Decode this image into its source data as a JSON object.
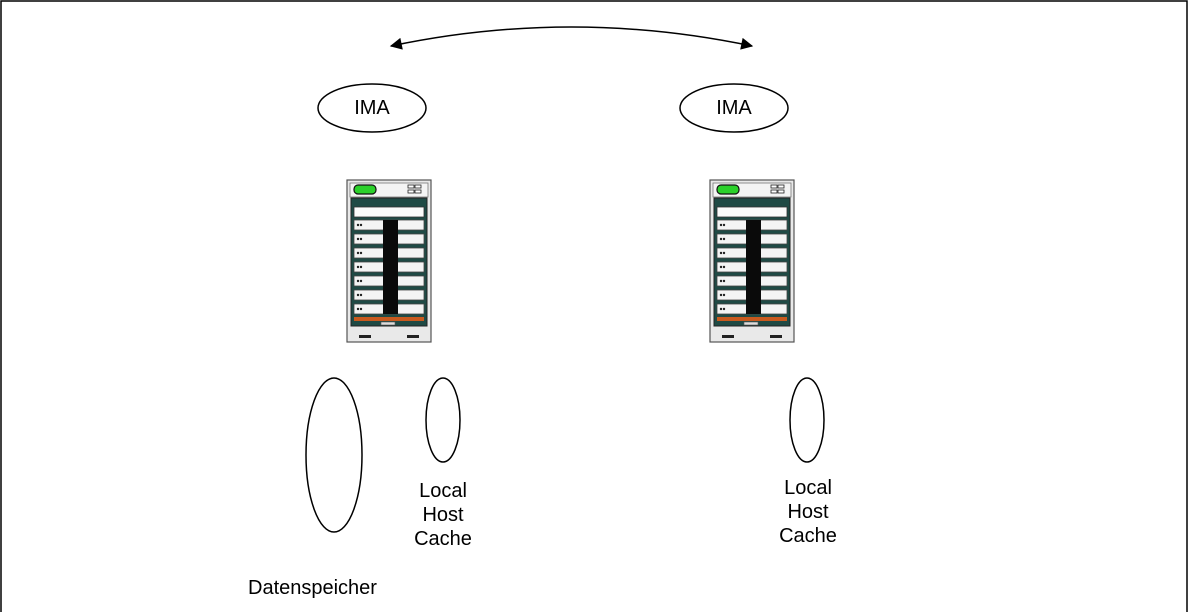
{
  "diagram": {
    "left_node": {
      "ima_label": "IMA",
      "datastore_label": "Datenspeicher",
      "cache_label": [
        "Local",
        "Host",
        "Cache"
      ]
    },
    "right_node": {
      "ima_label": "IMA",
      "cache_label": [
        "Local",
        "Host",
        "Cache"
      ]
    },
    "colors": {
      "stroke": "#000000",
      "server_panel": "#1f4a45",
      "server_bay": "#f4f4f4",
      "server_led": "#2bd12b",
      "server_bar": "#c85a1e"
    },
    "icons": [
      "server-rack-icon",
      "bidirectional-arrow"
    ]
  }
}
